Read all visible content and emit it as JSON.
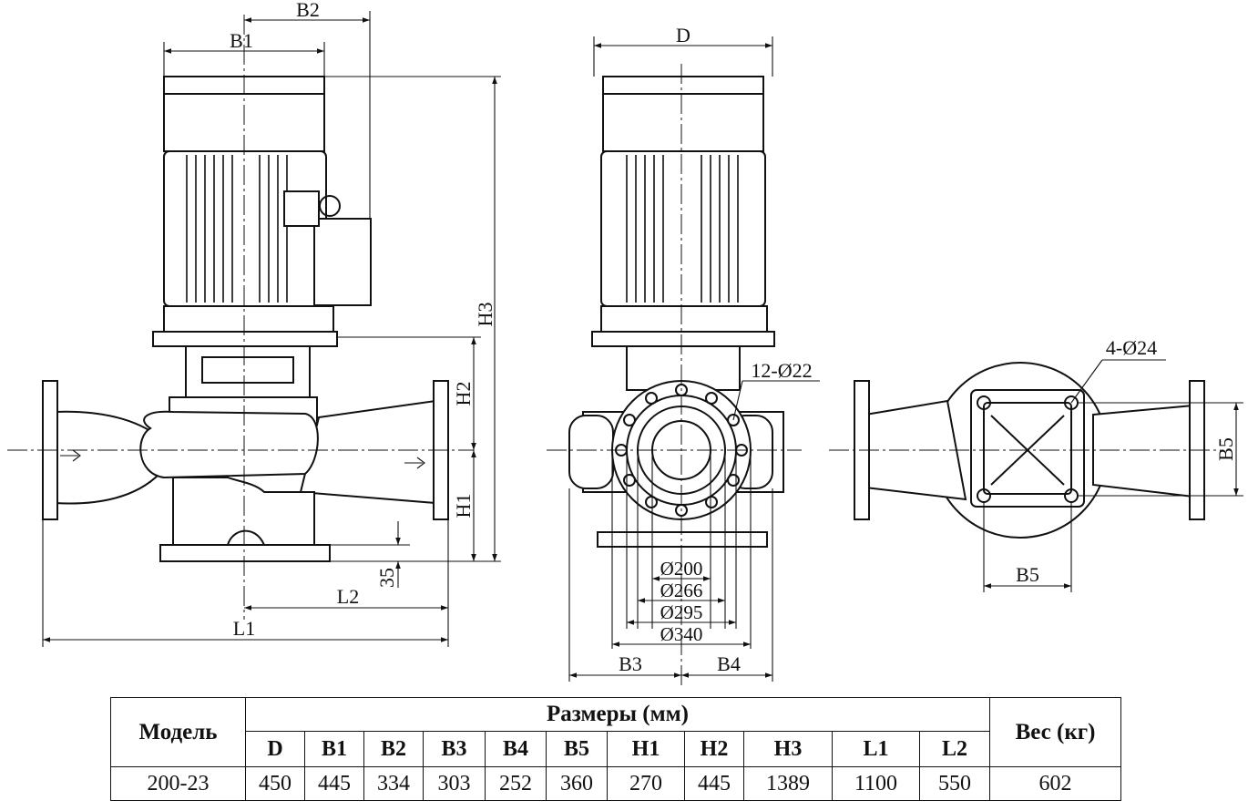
{
  "dimension_labels": {
    "b1": "B1",
    "b2": "B2",
    "b3": "B3",
    "b4": "B4",
    "b5": "B5",
    "d": "D",
    "h1": "H1",
    "h2": "H2",
    "h3": "H3",
    "l1": "L1",
    "l2": "L2",
    "base_height": "35",
    "flange_bolts": "12-Ø22",
    "base_bolts": "4-Ø24",
    "dia_200": "Ø200",
    "dia_266": "Ø266",
    "dia_295": "Ø295",
    "dia_340": "Ø340"
  },
  "table": {
    "model_header": "Модель",
    "dims_header": "Размеры (мм)",
    "weight_header": "Вес (кг)",
    "columns": [
      "D",
      "B1",
      "B2",
      "B3",
      "B4",
      "B5",
      "H1",
      "H2",
      "H3",
      "L1",
      "L2"
    ],
    "row": {
      "model": "200-23",
      "values": [
        "450",
        "445",
        "334",
        "303",
        "252",
        "360",
        "270",
        "445",
        "1389",
        "1100",
        "550"
      ],
      "weight": "602"
    }
  }
}
